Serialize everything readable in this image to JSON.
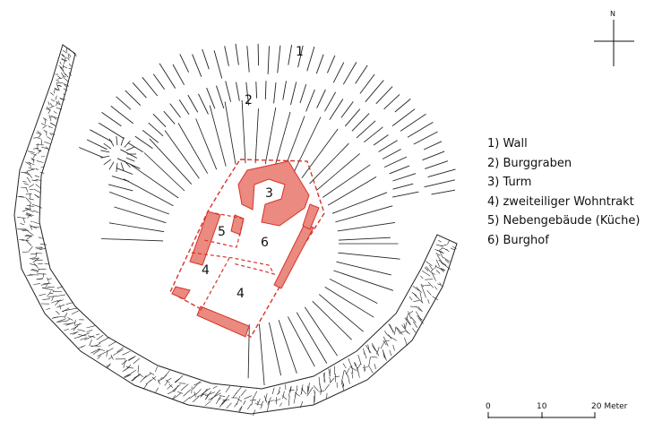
{
  "north": {
    "label": "N"
  },
  "labels": {
    "wall": "1",
    "graben": "2",
    "turm": "3",
    "wohn_a": "4",
    "wohn_b": "4",
    "neben": "5",
    "hof": "6"
  },
  "legend": [
    "1) Wall",
    "2) Burggraben",
    "3) Turm",
    "4) zweiteiliger Wohntrakt",
    "5) Nebengebäude (Küche)",
    "6) Burghof"
  ],
  "scale": {
    "t0": "0",
    "t1": "10",
    "t2": "20 Meter"
  },
  "colors": {
    "ruin_fill": "#ea8a80",
    "outline": "#d7332a",
    "hatch": "#222222"
  }
}
